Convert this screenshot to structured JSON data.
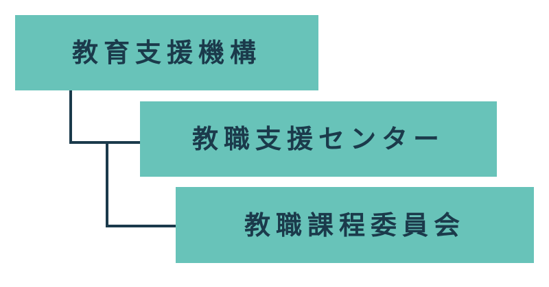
{
  "org_chart": {
    "root": {
      "label": "教育支援機構"
    },
    "children": [
      {
        "label": "教職支援センター"
      },
      {
        "label": "教職課程委員会"
      }
    ]
  },
  "colors": {
    "box_fill": "#68c3b9",
    "text": "#1b3a4b",
    "connector": "#1b3a4b",
    "background": "#ffffff"
  }
}
